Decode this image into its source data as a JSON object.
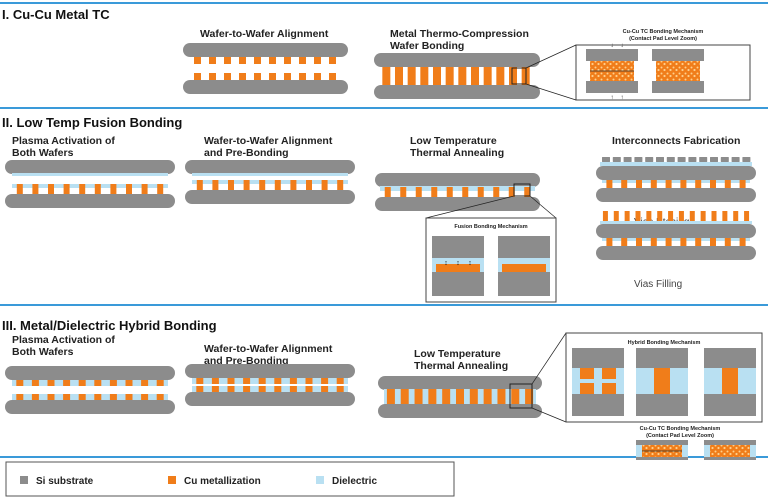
{
  "colors": {
    "si": "#8c8c8c",
    "cu": "#f07d1a",
    "dielectric": "#b9e0f2",
    "divider": "#3a9ad9",
    "copper_grain": "#ffcf8a"
  },
  "section1": {
    "title": "I. Cu-Cu Metal TC",
    "steps": [
      "Wafer-to-Wafer Alignment",
      "Metal Thermo-Compression",
      "Wafer Bonding"
    ],
    "zoom_title": [
      "Cu-Cu TC Bonding Mechanism",
      "(Contact Pad Level Zoom)"
    ]
  },
  "section2": {
    "title": "II. Low Temp Fusion Bonding",
    "steps": [
      "Plasma Activation of",
      "Both Wafers",
      "Wafer-to-Wafer Alignment",
      "and Pre-Bonding",
      "Low Temperature",
      "Thermal Annealing",
      "Interconnects Fabrication"
    ],
    "zoom_title": "Fusion Bonding Mechanism",
    "sub_labels": [
      "Vias Etching",
      "Vias Filling"
    ]
  },
  "section3": {
    "title": "III. Metal/Dielectric Hybrid Bonding",
    "steps": [
      "Plasma Activation of",
      "Both Wafers",
      "Wafer-to-Wafer Alignment",
      "and Pre-Bonding",
      "Low Temperature",
      "Thermal Annealing"
    ],
    "zoom_title": "Hybrid Bonding Mechanism",
    "zoom_title2": [
      "Cu-Cu TC Bonding Mechanism",
      "(Contact Pad Level Zoom)"
    ]
  },
  "legend": [
    "Si substrate",
    "Cu metallization",
    "Dielectric"
  ]
}
